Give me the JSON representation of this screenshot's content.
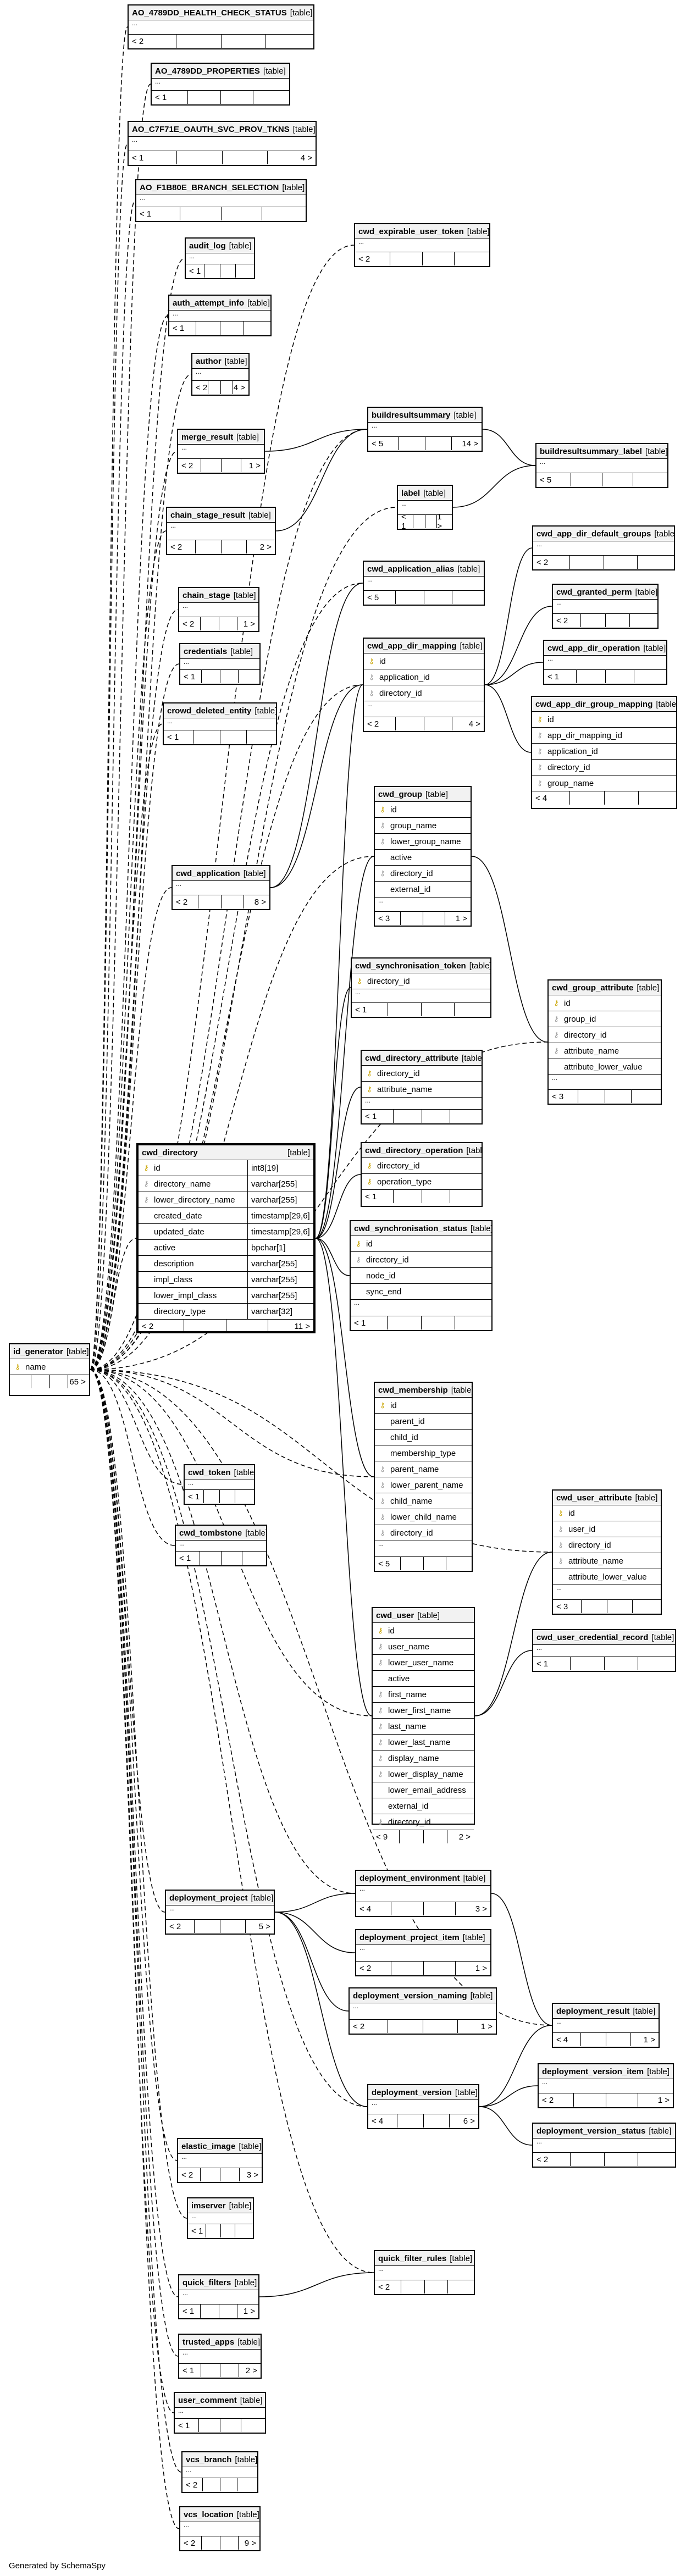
{
  "footer": "Generated by SchemaSpy",
  "table_kind": "[table]",
  "tables": [
    {
      "name": "AO_4789DD_HEALTH_CHECK_STATUS",
      "kind": "[table]",
      "footer": [
        "< 2",
        ""
      ]
    },
    {
      "name": "AO_4789DD_PROPERTIES",
      "kind": "[table]",
      "footer": [
        "< 1",
        ""
      ]
    },
    {
      "name": "AO_C7F71E_OAUTH_SVC_PROV_TKNS",
      "kind": "[table]",
      "footer": [
        "< 1",
        "4 >"
      ]
    },
    {
      "name": "AO_F1B80E_BRANCH_SELECTION",
      "kind": "[table]",
      "footer": [
        "< 1",
        ""
      ]
    },
    {
      "name": "audit_log",
      "kind": "[table]",
      "footer": [
        "< 1",
        ""
      ]
    },
    {
      "name": "auth_attempt_info",
      "kind": "[table]",
      "footer": [
        "< 1",
        ""
      ]
    },
    {
      "name": "author",
      "kind": "[table]",
      "footer": [
        "< 2",
        "4 >"
      ]
    },
    {
      "name": "merge_result",
      "kind": "[table]",
      "footer": [
        "< 2",
        "1 >"
      ]
    },
    {
      "name": "chain_stage_result",
      "kind": "[table]",
      "footer": [
        "< 2",
        "2 >"
      ]
    },
    {
      "name": "chain_stage",
      "kind": "[table]",
      "footer": [
        "< 2",
        "1 >"
      ]
    },
    {
      "name": "credentials",
      "kind": "[table]",
      "footer": [
        "< 1",
        ""
      ]
    },
    {
      "name": "crowd_deleted_entity",
      "kind": "[table]",
      "footer": [
        "< 1",
        ""
      ]
    },
    {
      "name": "cwd_application",
      "kind": "[table]",
      "footer": [
        "< 2",
        "8 >"
      ]
    },
    {
      "name": "cwd_directory",
      "kind": "[table]",
      "footer": [
        "< 2",
        "11 >"
      ],
      "rows": [
        {
          "name": "id",
          "type": "int8[19]",
          "key": "pk"
        },
        {
          "name": "directory_name",
          "type": "varchar[255]",
          "key": "fk"
        },
        {
          "name": "lower_directory_name",
          "type": "varchar[255]",
          "key": "fk"
        },
        {
          "name": "created_date",
          "type": "timestamp[29,6]",
          "key": ""
        },
        {
          "name": "updated_date",
          "type": "timestamp[29,6]",
          "key": ""
        },
        {
          "name": "active",
          "type": "bpchar[1]",
          "key": ""
        },
        {
          "name": "description",
          "type": "varchar[255]",
          "key": ""
        },
        {
          "name": "impl_class",
          "type": "varchar[255]",
          "key": ""
        },
        {
          "name": "lower_impl_class",
          "type": "varchar[255]",
          "key": ""
        },
        {
          "name": "directory_type",
          "type": "varchar[32]",
          "key": ""
        }
      ]
    },
    {
      "name": "id_generator",
      "kind": "[table]",
      "footer": [
        "",
        "65 >"
      ],
      "rows": [
        {
          "name": "name",
          "key": "pk"
        }
      ]
    },
    {
      "name": "cwd_token",
      "kind": "[table]",
      "footer": [
        "< 1",
        ""
      ]
    },
    {
      "name": "cwd_tombstone",
      "kind": "[table]",
      "footer": [
        "< 1",
        ""
      ]
    },
    {
      "name": "deployment_project",
      "kind": "[table]",
      "footer": [
        "< 2",
        "5 >"
      ]
    },
    {
      "name": "elastic_image",
      "kind": "[table]",
      "footer": [
        "< 2",
        "3 >"
      ]
    },
    {
      "name": "imserver",
      "kind": "[table]",
      "footer": [
        "< 1",
        ""
      ]
    },
    {
      "name": "quick_filters",
      "kind": "[table]",
      "footer": [
        "< 1",
        "1 >"
      ]
    },
    {
      "name": "trusted_apps",
      "kind": "[table]",
      "footer": [
        "< 1",
        "2 >"
      ]
    },
    {
      "name": "user_comment",
      "kind": "[table]",
      "footer": [
        "< 1",
        ""
      ]
    },
    {
      "name": "vcs_branch",
      "kind": "[table]",
      "footer": [
        "< 2",
        ""
      ]
    },
    {
      "name": "vcs_location",
      "kind": "[table]",
      "footer": [
        "< 2",
        "9 >"
      ]
    },
    {
      "name": "cwd_expirable_user_token",
      "kind": "[table]",
      "footer": [
        "< 2",
        ""
      ]
    },
    {
      "name": "buildresultsummary",
      "kind": "[table]",
      "footer": [
        "< 5",
        "14 >"
      ]
    },
    {
      "name": "label",
      "kind": "[table]",
      "footer": [
        "< 1",
        "1 >"
      ]
    },
    {
      "name": "cwd_application_alias",
      "kind": "[table]",
      "footer": [
        "< 5",
        ""
      ]
    },
    {
      "name": "cwd_app_dir_mapping",
      "kind": "[table]",
      "footer": [
        "< 2",
        "4 >"
      ],
      "rows": [
        {
          "name": "id",
          "key": "pk"
        },
        {
          "name": "application_id",
          "key": "fk"
        },
        {
          "name": "directory_id",
          "key": "fk"
        }
      ]
    },
    {
      "name": "cwd_group",
      "kind": "[table]",
      "footer": [
        "< 3",
        "1 >"
      ],
      "rows": [
        {
          "name": "id",
          "key": "pk"
        },
        {
          "name": "group_name",
          "key": "fk"
        },
        {
          "name": "lower_group_name",
          "key": "fk"
        },
        {
          "name": "active",
          "key": ""
        },
        {
          "name": "directory_id",
          "key": "fk"
        },
        {
          "name": "external_id",
          "key": ""
        }
      ]
    },
    {
      "name": "cwd_synchronisation_token",
      "kind": "[table]",
      "footer": [
        "< 1",
        ""
      ],
      "rows": [
        {
          "name": "directory_id",
          "key": "pk"
        }
      ]
    },
    {
      "name": "cwd_directory_attribute",
      "kind": "[table]",
      "footer": [
        "< 1",
        ""
      ],
      "rows": [
        {
          "name": "directory_id",
          "key": "pk"
        },
        {
          "name": "attribute_name",
          "key": "pk"
        }
      ]
    },
    {
      "name": "cwd_directory_operation",
      "kind": "[table]",
      "footer": [
        "< 1",
        ""
      ],
      "rows": [
        {
          "name": "directory_id",
          "key": "pk"
        },
        {
          "name": "operation_type",
          "key": "pk"
        }
      ]
    },
    {
      "name": "cwd_synchronisation_status",
      "kind": "[table]",
      "footer": [
        "< 1",
        ""
      ],
      "rows": [
        {
          "name": "id",
          "key": "pk"
        },
        {
          "name": "directory_id",
          "key": "fk"
        },
        {
          "name": "node_id",
          "key": ""
        },
        {
          "name": "sync_end",
          "key": ""
        }
      ]
    },
    {
      "name": "cwd_membership",
      "kind": "[table]",
      "footer": [
        "< 5",
        ""
      ],
      "rows": [
        {
          "name": "id",
          "key": "pk"
        },
        {
          "name": "parent_id",
          "key": ""
        },
        {
          "name": "child_id",
          "key": ""
        },
        {
          "name": "membership_type",
          "key": ""
        },
        {
          "name": "parent_name",
          "key": "fk"
        },
        {
          "name": "lower_parent_name",
          "key": "fk"
        },
        {
          "name": "child_name",
          "key": "fk"
        },
        {
          "name": "lower_child_name",
          "key": "fk"
        },
        {
          "name": "directory_id",
          "key": "fk"
        }
      ]
    },
    {
      "name": "cwd_user",
      "kind": "[table]",
      "footer": [
        "< 9",
        "2 >"
      ],
      "rows": [
        {
          "name": "id",
          "key": "pk"
        },
        {
          "name": "user_name",
          "key": "fk"
        },
        {
          "name": "lower_user_name",
          "key": "fk"
        },
        {
          "name": "active",
          "key": ""
        },
        {
          "name": "first_name",
          "key": "fk"
        },
        {
          "name": "lower_first_name",
          "key": "fk"
        },
        {
          "name": "last_name",
          "key": "fk"
        },
        {
          "name": "lower_last_name",
          "key": "fk"
        },
        {
          "name": "display_name",
          "key": "fk"
        },
        {
          "name": "lower_display_name",
          "key": "fk"
        },
        {
          "name": "lower_email_address",
          "key": ""
        },
        {
          "name": "external_id",
          "key": ""
        },
        {
          "name": "directory_id",
          "key": "fk"
        }
      ]
    },
    {
      "name": "deployment_environment",
      "kind": "[table]",
      "footer": [
        "< 4",
        "3 >"
      ]
    },
    {
      "name": "deployment_project_item",
      "kind": "[table]",
      "footer": [
        "< 2",
        "1 >"
      ]
    },
    {
      "name": "deployment_version_naming",
      "kind": "[table]",
      "footer": [
        "< 2",
        "1 >"
      ]
    },
    {
      "name": "deployment_version",
      "kind": "[table]",
      "footer": [
        "< 4",
        "6 >"
      ]
    },
    {
      "name": "quick_filter_rules",
      "kind": "[table]",
      "footer": [
        "< 2",
        ""
      ]
    },
    {
      "name": "buildresultsummary_label",
      "kind": "[table]",
      "footer": [
        "< 5",
        ""
      ]
    },
    {
      "name": "cwd_app_dir_default_groups",
      "kind": "[table]",
      "footer": [
        "< 2",
        ""
      ]
    },
    {
      "name": "cwd_granted_perm",
      "kind": "[table]",
      "footer": [
        "< 2",
        ""
      ]
    },
    {
      "name": "cwd_app_dir_operation",
      "kind": "[table]",
      "footer": [
        "< 1",
        ""
      ]
    },
    {
      "name": "cwd_app_dir_group_mapping",
      "kind": "[table]",
      "footer": [
        "< 4",
        ""
      ],
      "rows": [
        {
          "name": "id",
          "key": "pk"
        },
        {
          "name": "app_dir_mapping_id",
          "key": "fk"
        },
        {
          "name": "application_id",
          "key": "fk"
        },
        {
          "name": "directory_id",
          "key": "fk"
        },
        {
          "name": "group_name",
          "key": "fk"
        }
      ]
    },
    {
      "name": "cwd_group_attribute",
      "kind": "[table]",
      "footer": [
        "< 3",
        ""
      ],
      "rows": [
        {
          "name": "id",
          "key": "pk"
        },
        {
          "name": "group_id",
          "key": "fk"
        },
        {
          "name": "directory_id",
          "key": "fk"
        },
        {
          "name": "attribute_name",
          "key": "fk"
        },
        {
          "name": "attribute_lower_value",
          "key": ""
        }
      ]
    },
    {
      "name": "cwd_user_attribute",
      "kind": "[table]",
      "footer": [
        "< 3",
        ""
      ],
      "rows": [
        {
          "name": "id",
          "key": "pk"
        },
        {
          "name": "user_id",
          "key": "fk"
        },
        {
          "name": "directory_id",
          "key": "fk"
        },
        {
          "name": "attribute_name",
          "key": "fk"
        },
        {
          "name": "attribute_lower_value",
          "key": ""
        }
      ]
    },
    {
      "name": "cwd_user_credential_record",
      "kind": "[table]",
      "footer": [
        "< 1",
        ""
      ]
    },
    {
      "name": "deployment_result",
      "kind": "[table]",
      "footer": [
        "< 4",
        "1 >"
      ]
    },
    {
      "name": "deployment_version_item",
      "kind": "[table]",
      "footer": [
        "< 2",
        "1 >"
      ]
    },
    {
      "name": "deployment_version_status",
      "kind": "[table]",
      "footer": [
        "< 2",
        ""
      ]
    }
  ]
}
